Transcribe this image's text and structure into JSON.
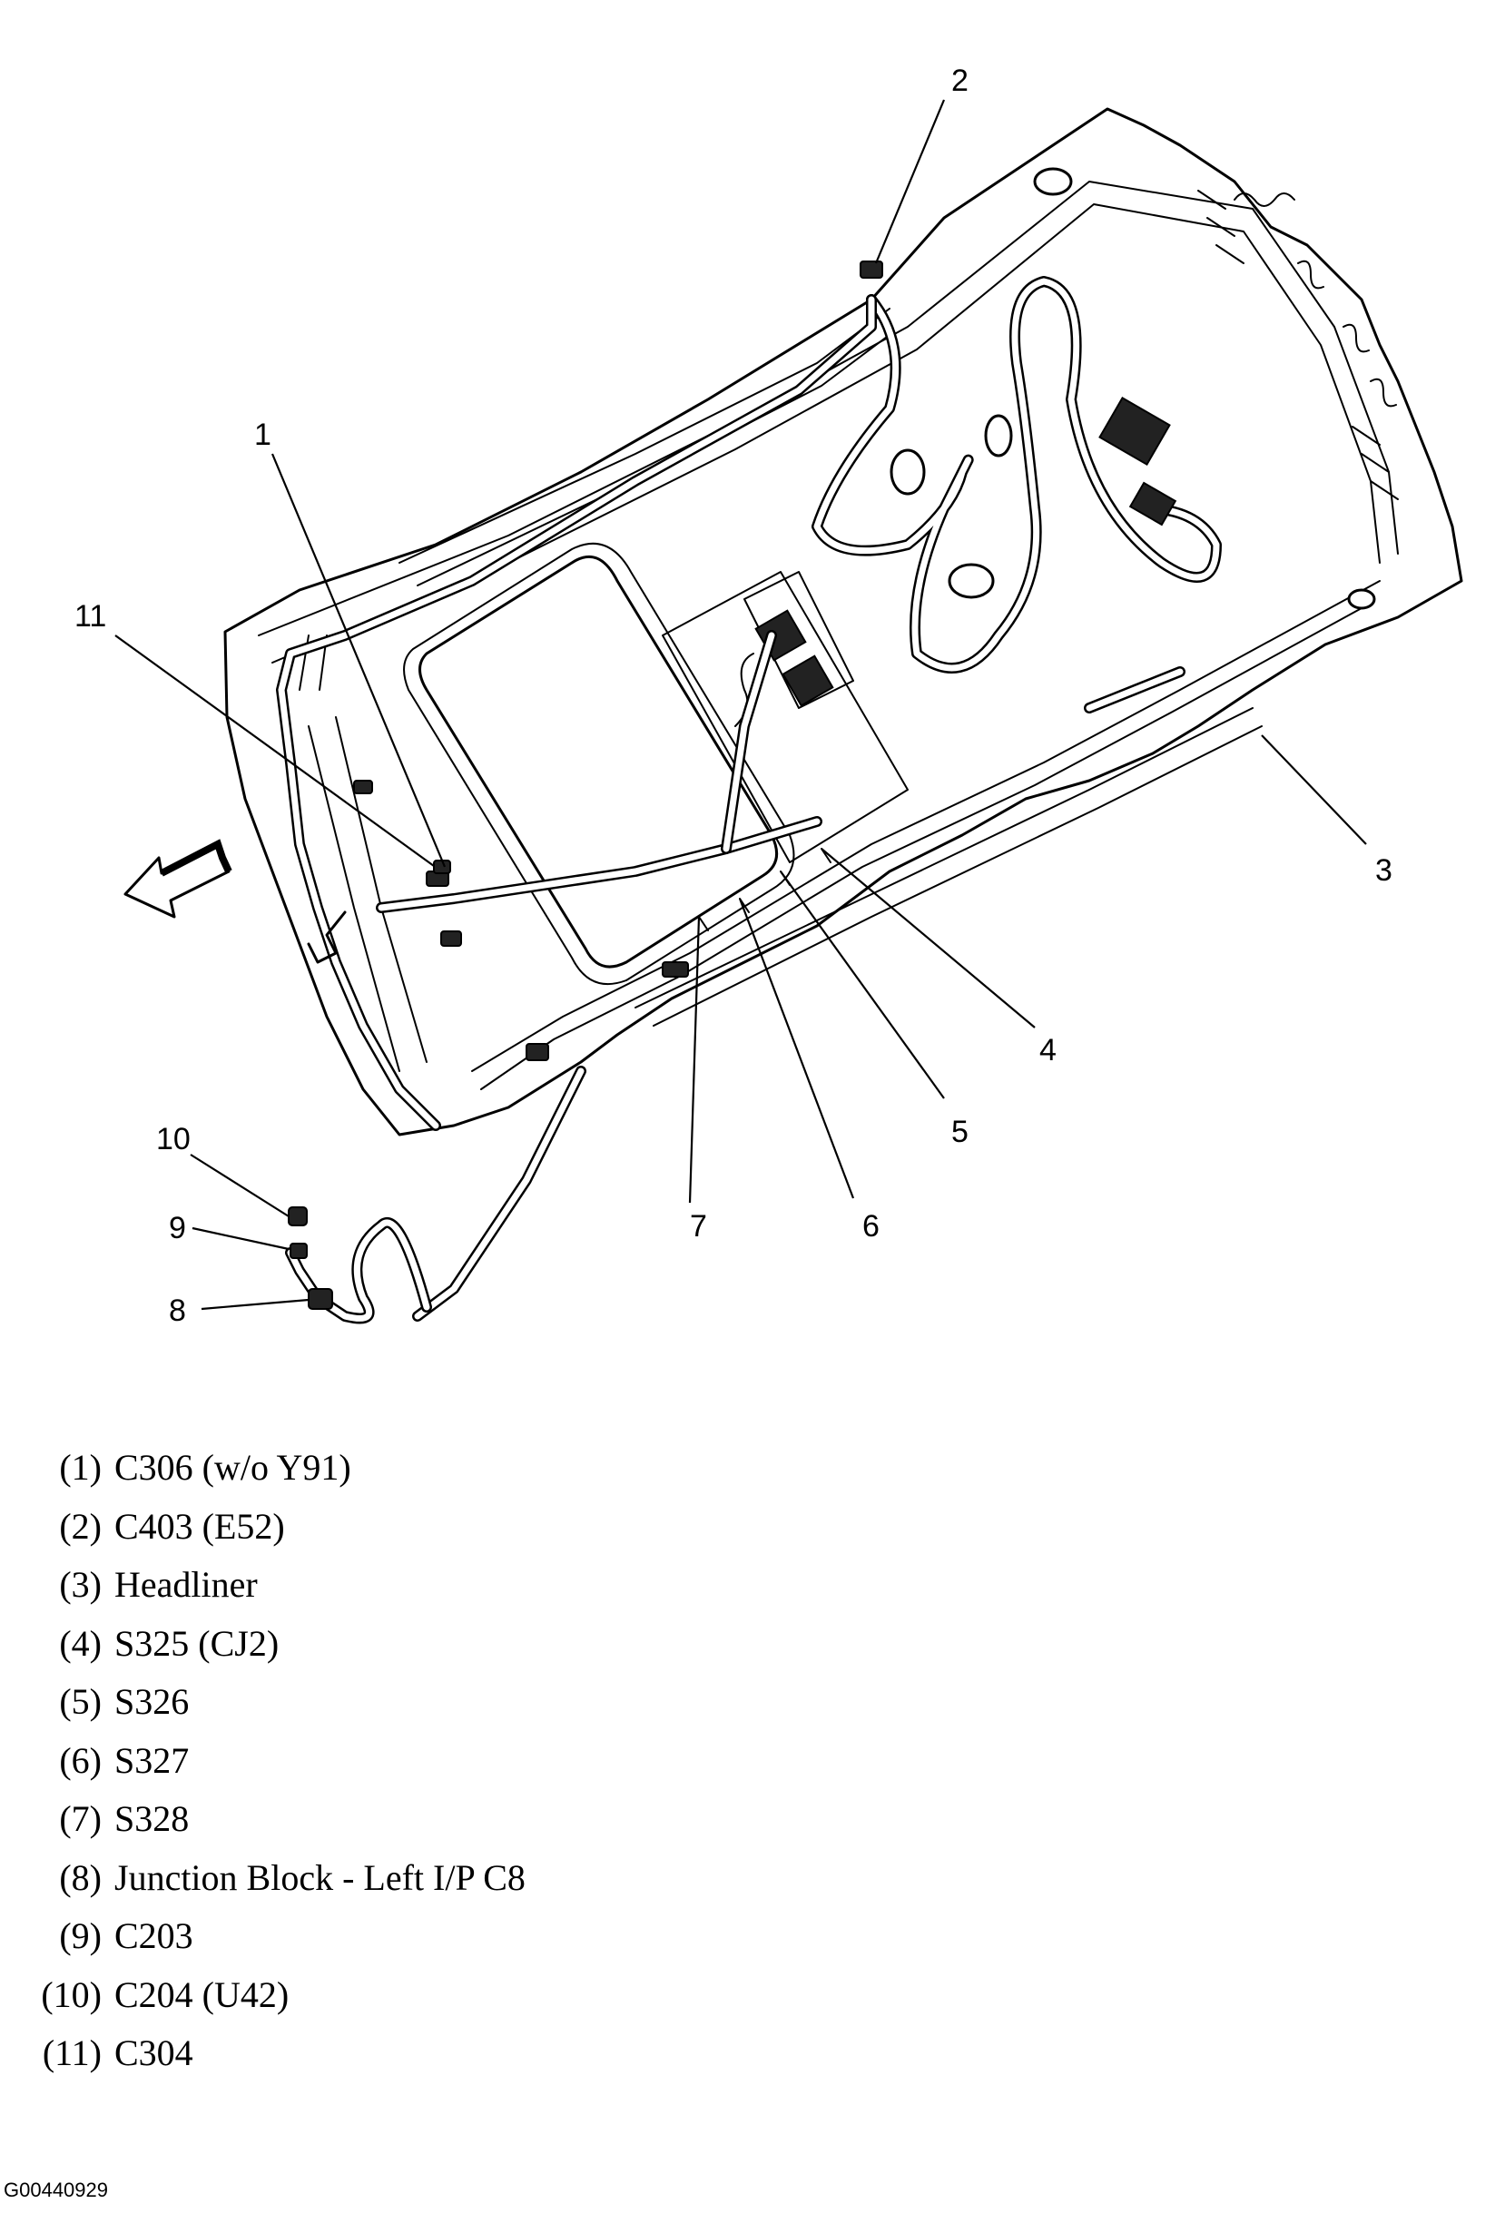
{
  "callouts": {
    "c1": "1",
    "c2": "2",
    "c3": "3",
    "c4": "4",
    "c5": "5",
    "c6": "6",
    "c7": "7",
    "c8": "8",
    "c9": "9",
    "c10": "10",
    "c11": "11"
  },
  "legend": [
    {
      "num": "(1)",
      "text": "C306 (w/o Y91)"
    },
    {
      "num": "(2)",
      "text": "C403 (E52)"
    },
    {
      "num": "(3)",
      "text": "Headliner"
    },
    {
      "num": "(4)",
      "text": "S325 (CJ2)"
    },
    {
      "num": "(5)",
      "text": "S326"
    },
    {
      "num": "(6)",
      "text": "S327"
    },
    {
      "num": "(7)",
      "text": "S328"
    },
    {
      "num": "(8)",
      "text": "Junction Block - Left I/P C8"
    },
    {
      "num": "(9)",
      "text": "C203"
    },
    {
      "num": "(10)",
      "text": "C204 (U42)"
    },
    {
      "num": "(11)",
      "text": "C304"
    }
  ],
  "figure_id": "G00440929",
  "icons": {
    "direction_arrow": "front-arrow-icon"
  }
}
